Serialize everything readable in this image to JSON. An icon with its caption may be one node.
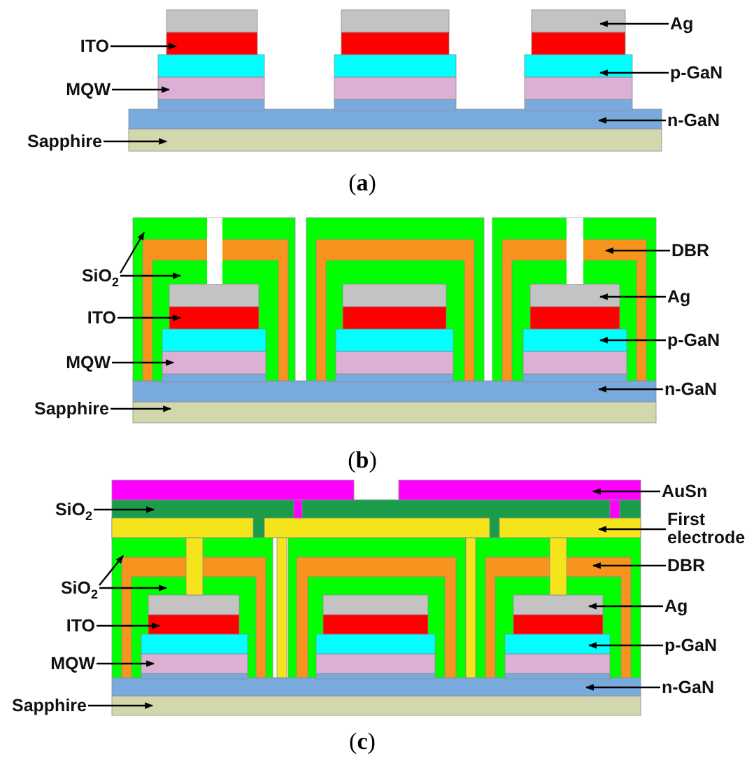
{
  "diagram": {
    "nodes": [
      {
        "text": [
          "Ag"
        ]
      },
      {
        "text": [
          "ITO"
        ]
      },
      {
        "text": [
          "p-GaN"
        ]
      },
      {
        "text": [
          "MQW"
        ]
      },
      {
        "text": [
          "n-GaN"
        ]
      },
      {
        "text": [
          "Sapphire"
        ]
      },
      {
        "text": [
          "SiO$_{2}$"
        ]
      },
      {
        "text": [
          "DBR"
        ]
      },
      {
        "text": [
          "Ag"
        ]
      },
      {
        "text": [
          "ITO"
        ]
      },
      {
        "text": [
          "p-GaN"
        ]
      },
      {
        "text": [
          "MQW"
        ]
      },
      {
        "text": [
          "n-GaN"
        ]
      },
      {
        "text": [
          "Sapphire"
        ]
      },
      {
        "text": [
          "AuSn"
        ]
      },
      {
        "text": [
          "SiO$_{2}$"
        ]
      },
      {
        "text": [
          "First electrode"
        ]
      },
      {
        "text": [
          "SiO$_{2}$"
        ]
      },
      {
        "text": [
          "DBR"
        ]
      },
      {
        "text": [
          "Ag"
        ]
      },
      {
        "text": [
          "ITO"
        ]
      },
      {
        "text": [
          "p-GaN"
        ]
      },
      {
        "text": [
          "MQW"
        ]
      },
      {
        "text": [
          "n-GaN"
        ]
      },
      {
        "text": [
          "Sapphire"
        ]
      }
    ],
    "edges": [
      {
        "from": 0,
        "to": null,
        "arrow": "to"
      },
      {
        "from": 1,
        "to": null,
        "arrow": "to"
      },
      {
        "from": 2,
        "to": null,
        "arrow": "to"
      },
      {
        "from": 3,
        "to": null,
        "arrow": "to"
      },
      {
        "from": 4,
        "to": null,
        "arrow": "to"
      },
      {
        "from": 5,
        "to": null,
        "arrow": "to"
      },
      {
        "from": 6,
        "to": null,
        "arrow": "to"
      },
      {
        "from": 6,
        "to": null,
        "arrow": "to"
      },
      {
        "from": 7,
        "to": null,
        "arrow": "to"
      },
      {
        "from": 8,
        "to": null,
        "arrow": "to"
      },
      {
        "from": 9,
        "to": null,
        "arrow": "to"
      },
      {
        "from": 10,
        "to": null,
        "arrow": "to"
      },
      {
        "from": 11,
        "to": null,
        "arrow": "to"
      },
      {
        "from": 12,
        "to": null,
        "arrow": "to"
      },
      {
        "from": 13,
        "to": null,
        "arrow": "to"
      },
      {
        "from": 14,
        "to": null,
        "arrow": "to"
      },
      {
        "from": 15,
        "to": null,
        "arrow": "to"
      },
      {
        "from": 16,
        "to": null,
        "arrow": "to"
      },
      {
        "from": 17,
        "to": null,
        "arrow": "to"
      },
      {
        "from": 17,
        "to": null,
        "arrow": "to"
      },
      {
        "from": 18,
        "to": null,
        "arrow": "to"
      },
      {
        "from": 19,
        "to": null,
        "arrow": "to"
      },
      {
        "from": 20,
        "to": null,
        "arrow": "to"
      },
      {
        "from": 21,
        "to": null,
        "arrow": "to"
      },
      {
        "from": 22,
        "to": null,
        "arrow": "to"
      },
      {
        "from": 23,
        "to": null,
        "arrow": "to"
      },
      {
        "from": 24,
        "to": null,
        "arrow": "to"
      }
    ],
    "labels": [
      "(**a**)",
      "(**b**)",
      "(**c**)"
    ]
  }
}
